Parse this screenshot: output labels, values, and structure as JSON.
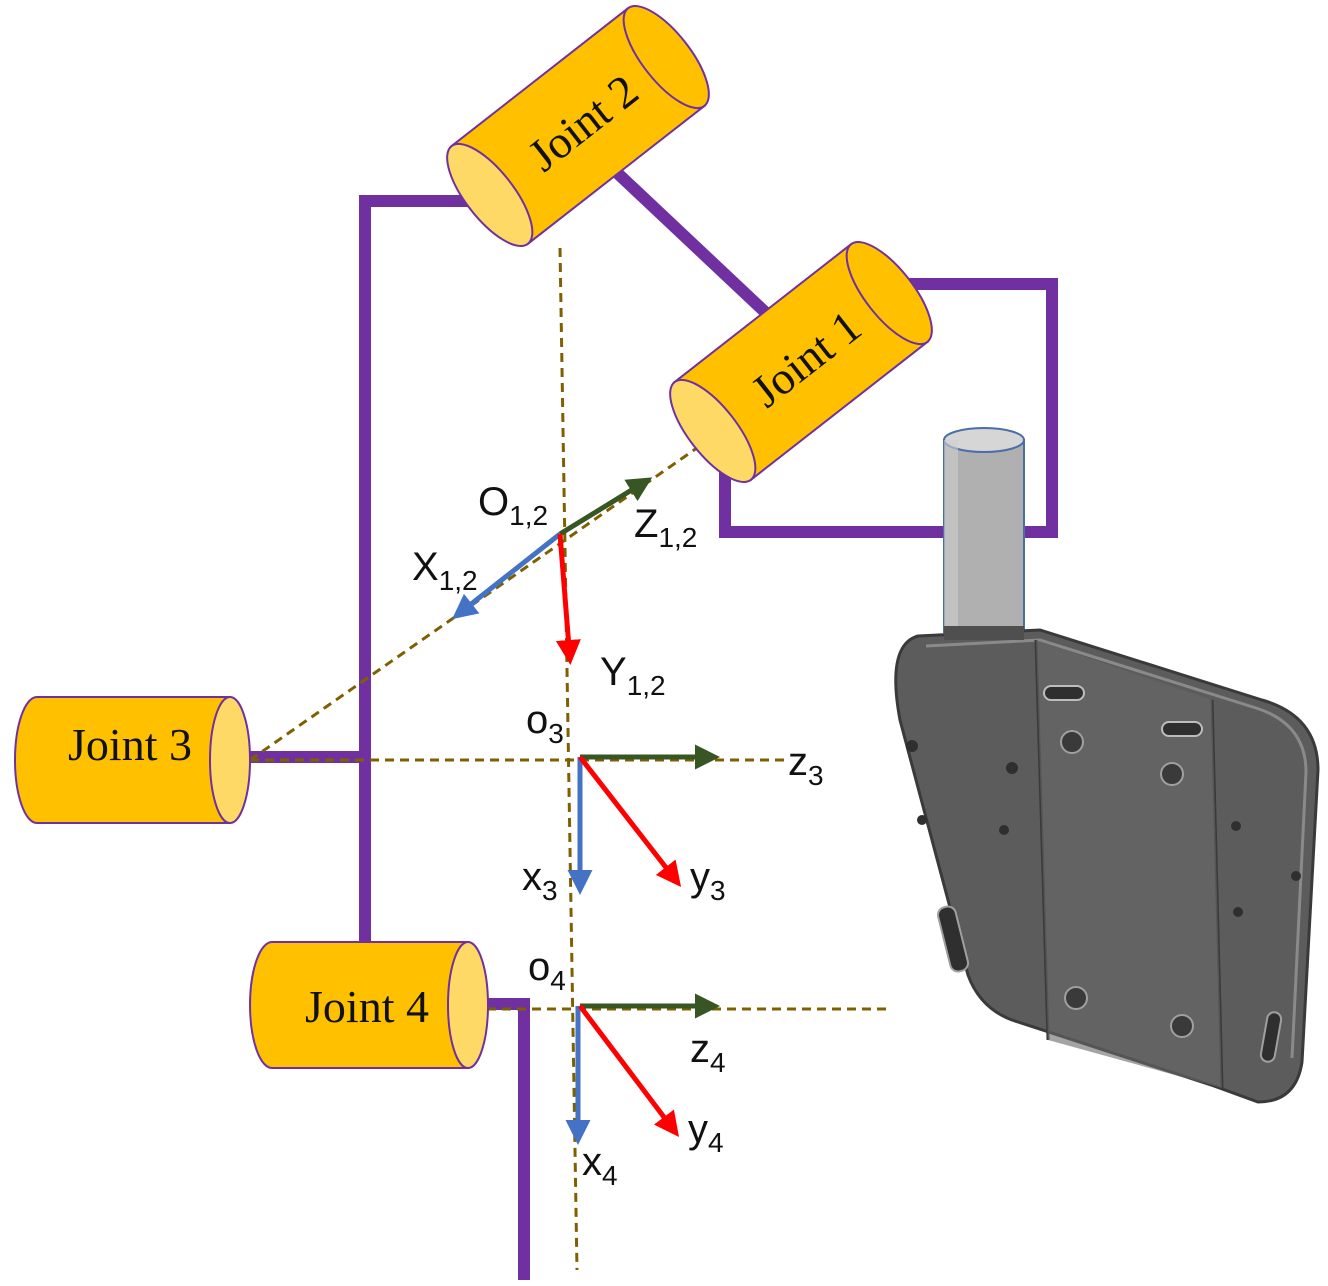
{
  "colors": {
    "link": "#7030a0",
    "joint_fill": "#ffc000",
    "joint_end": "#ffd966",
    "joint_stroke": "#7030a0",
    "dashed_axis": "#7f6000",
    "x_axis": "#4472c4",
    "y_axis": "#ff0000",
    "z_axis": "#375623",
    "plate": "#6b6b6b",
    "post": "#b0b0b0"
  },
  "joints": {
    "joint1": "Joint 1",
    "joint2": "Joint 2",
    "joint3": "Joint 3",
    "joint4": "Joint 4"
  },
  "frames": {
    "f12": {
      "origin": "O",
      "origin_sub": "1,2",
      "x": "X",
      "x_sub": "1,2",
      "y": "Y",
      "y_sub": "1,2",
      "z": "Z",
      "z_sub": "1,2"
    },
    "f3": {
      "origin": "o",
      "origin_sub": "3",
      "x": "x",
      "x_sub": "3",
      "y": "y",
      "y_sub": "3",
      "z": "z",
      "z_sub": "3"
    },
    "f4": {
      "origin": "o",
      "origin_sub": "4",
      "x": "x",
      "x_sub": "4",
      "y": "y",
      "y_sub": "4",
      "z": "z",
      "z_sub": "4"
    }
  },
  "icons": {
    "joint": "cylinder-joint-icon",
    "device": "back-plate-device-icon"
  }
}
